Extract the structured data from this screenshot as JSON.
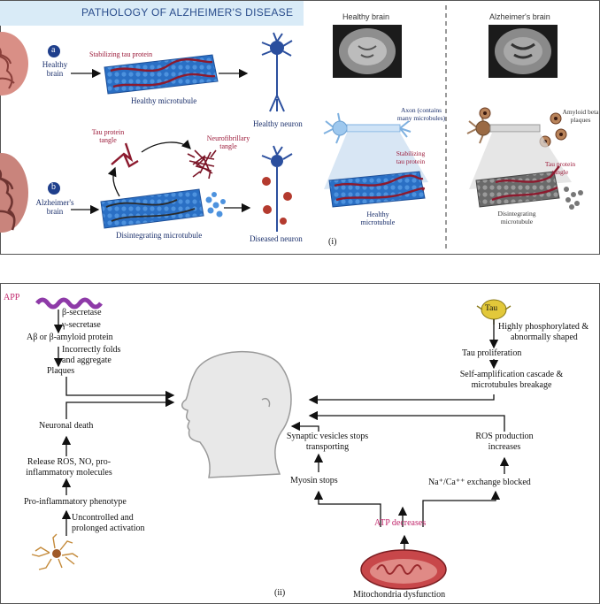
{
  "top": {
    "title": "PATHOLOGY OF ALZHEIMER'S DISEASE",
    "a": {
      "badge": "a",
      "label_line1": "Healthy",
      "label_line2": "brain",
      "tau_label": "Stabilizing tau protein",
      "microtubule_label": "Healthy microtubule",
      "neuron_label": "Healthy neuron"
    },
    "b": {
      "badge": "b",
      "label_line1": "Alzheimer's",
      "label_line2": "brain",
      "tangle_label_line1": "Tau protein",
      "tangle_label_line2": "tangle",
      "nft_label_line1": "Neurofibrillary",
      "nft_label_line2": "tangle",
      "microtubule_label": "Disintegrating microtubule",
      "neuron_label": "Diseased neuron"
    },
    "right": {
      "healthy_title": "Healthy brain",
      "alz_title": "Alzheimer's brain",
      "axon_label_line1": "Axon (contains",
      "axon_label_line2": "many microbules)",
      "stab_line1": "Stabilizing",
      "stab_line2": "tau protein",
      "healthy_mt_line1": "Healthy",
      "healthy_mt_line2": "microtubule",
      "amyloid_line1": "Amyloid beta",
      "amyloid_line2": "plaques",
      "tangle_line1": "Tau protein",
      "tangle_line2": "tangle",
      "disint_line1": "Disintegrating",
      "disint_line2": "microtubule",
      "panel_label": "(i)"
    }
  },
  "bottom": {
    "app": "APP",
    "beta_secretase": "β-secretase",
    "gamma_secretase": "γ-secretase",
    "abeta": "Aβ or β-amyloid protein",
    "incorrect_line1": "Incorrectly folds",
    "incorrect_line2": "and aggregate",
    "plaques": "Plaques",
    "neuronal_death": "Neuronal death",
    "release_line1": "Release ROS, NO, pro-",
    "release_line2": "inflammatory molecules",
    "proinflam": "Pro-inflammatory phenotype",
    "uncontrolled_line1": "Uncontrolled and",
    "uncontrolled_line2": "prolonged activation",
    "tau": "Tau",
    "hyper_line1": "Highly phosphorylated &",
    "hyper_line2": "abnormally shaped",
    "tau_prolif": "Tau proliferation",
    "self_line1": "Self-amplification cascade &",
    "self_line2": "microtubules breakage",
    "synaptic_line1": "Synaptic vesicles stops",
    "synaptic_line2": "transporting",
    "ros_line1": "ROS production",
    "ros_line2": "increases",
    "myosin": "Myosin stops",
    "exchange": "Na⁺/Ca⁺⁺ exchange blocked",
    "atp": "ATP decreases",
    "mito": "Mitochondria dysfunction",
    "panel_label": "(ii)"
  },
  "colors": {
    "title_band": "#d9ebf7",
    "microtubule": "#2a6fc4",
    "tau": "#8c1a2e",
    "neuron_blue": "#2b4f9e",
    "app_purple": "#8e3aa8",
    "tau_yellow": "#e2c83a",
    "mito_red": "#b8333a",
    "microglia": "#c48a3a",
    "atp_text": "#c0266b"
  }
}
